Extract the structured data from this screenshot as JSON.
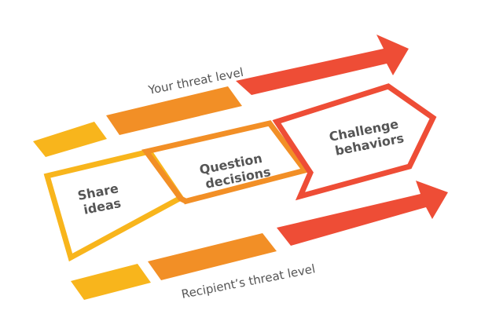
{
  "labels": {
    "top": "Your threat level",
    "bottom": "Recipient’s threat level"
  },
  "steps": [
    {
      "line1": "Share",
      "line2": "ideas"
    },
    {
      "line1": "Question",
      "line2": "decisions"
    },
    {
      "line1": "Challenge",
      "line2": "behaviors"
    }
  ],
  "colors": {
    "yellow": "#F8B51C",
    "orange": "#F28F26",
    "red": "#EE4D36",
    "text": "#555555"
  }
}
